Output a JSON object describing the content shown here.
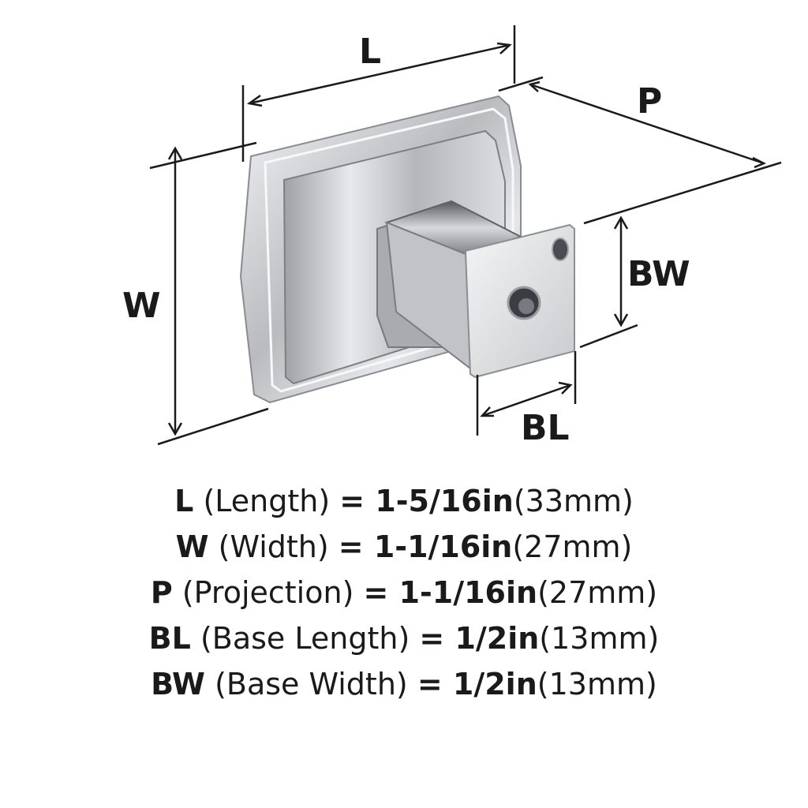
{
  "diagram": {
    "labels": {
      "L": "L",
      "W": "W",
      "P": "P",
      "BW": "BW",
      "BL": "BL"
    }
  },
  "specs": [
    {
      "code": "L",
      "name": "(Length)",
      "imperial": "= 1-5/16in",
      "metric": "(33mm)"
    },
    {
      "code": "W",
      "name": "(Width)",
      "imperial": "= 1-1/16in",
      "metric": "(27mm)"
    },
    {
      "code": "P",
      "name": "(Projection)",
      "imperial": "= 1-1/16in",
      "metric": "(27mm)"
    },
    {
      "code": "BL",
      "name": "(Base Length)",
      "imperial": "= 1/2in",
      "metric": "(13mm)"
    },
    {
      "code": "BW",
      "name": "(Base Width)",
      "imperial": "= 1/2in",
      "metric": "(13mm)"
    }
  ],
  "colors": {
    "ink": "#1a1a1a",
    "chrome": "#c8c9cc",
    "chrome_dark": "#6e7076",
    "chrome_light": "#eef0f2"
  }
}
